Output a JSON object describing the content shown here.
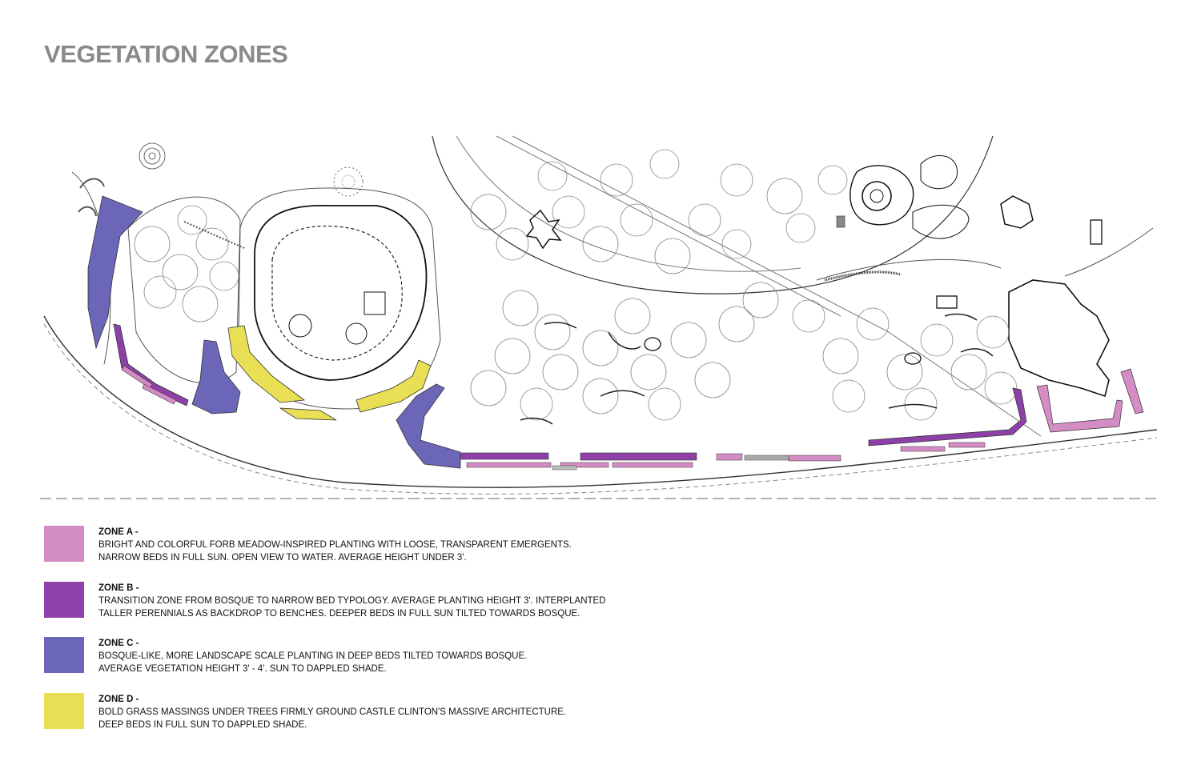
{
  "title": "VEGETATION ZONES",
  "colors": {
    "zone_a": "#d48cc5",
    "zone_b": "#8d41a8",
    "zone_c": "#6b66b8",
    "zone_d": "#e8df55",
    "title": "#8a8a8a"
  },
  "legend": [
    {
      "name": "ZONE A -",
      "lines": [
        "BRIGHT AND COLORFUL FORB MEADOW-INSPIRED PLANTING WITH LOOSE, TRANSPARENT EMERGENTS.",
        "NARROW BEDS IN FULL SUN.  OPEN VIEW TO WATER.  AVERAGE HEIGHT UNDER 3'."
      ]
    },
    {
      "name": "ZONE B -",
      "lines": [
        "TRANSITION ZONE FROM BOSQUE TO NARROW BED TYPOLOGY.  AVERAGE PLANTING HEIGHT 3'.  INTERPLANTED",
        "TALLER PERENNIALS AS BACKDROP TO BENCHES.  DEEPER BEDS IN FULL SUN TILTED TOWARDS BOSQUE."
      ]
    },
    {
      "name": "ZONE C -",
      "lines": [
        "BOSQUE-LIKE, MORE LANDSCAPE SCALE PLANTING IN DEEP BEDS TILTED TOWARDS BOSQUE.",
        "AVERAGE VEGETATION HEIGHT 3' - 4'.  SUN TO DAPPLED SHADE."
      ]
    },
    {
      "name": "ZONE D -",
      "lines": [
        "BOLD GRASS MASSINGS UNDER TREES FIRMLY GROUND CASTLE CLINTON'S MASSIVE ARCHITECTURE.",
        "DEEP BEDS IN FULL SUN TO DAPPLED SHADE."
      ]
    }
  ]
}
